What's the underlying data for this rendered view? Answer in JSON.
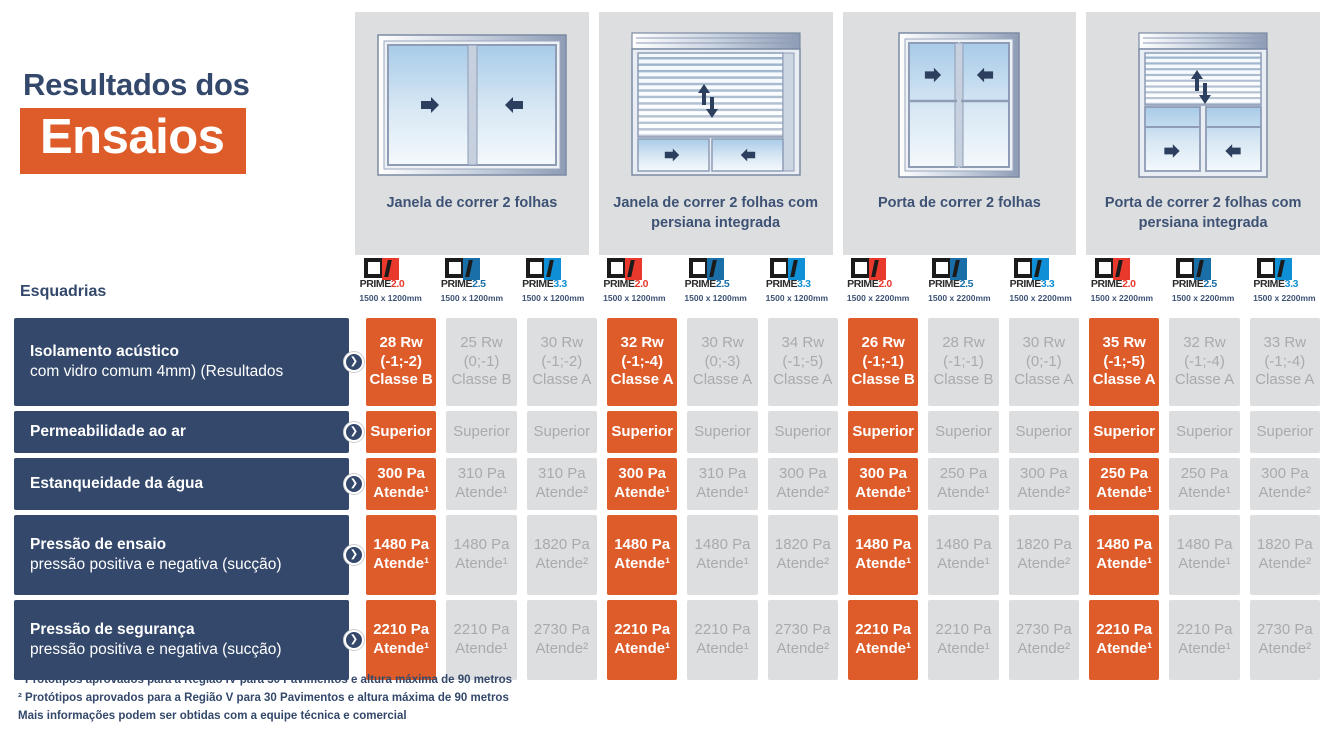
{
  "title": {
    "line1": "Resultados dos",
    "badge": "Ensaios"
  },
  "esquadrias_label": "Esquadrias",
  "colors": {
    "accent": "#de5b2a",
    "navy": "#33486b",
    "gray": "#dddedf",
    "dim_text": "#a8abae"
  },
  "products": [
    {
      "name": "Janela de correr 2 folhas",
      "icon": "sliding-window-2-leaf-icon"
    },
    {
      "name": "Janela de correr 2 folhas com persiana integrada",
      "icon": "sliding-window-2-leaf-blind-icon"
    },
    {
      "name": "Porta de correr 2 folhas",
      "icon": "sliding-door-2-leaf-icon"
    },
    {
      "name": "Porta de correr 2 folhas com persiana integrada",
      "icon": "sliding-door-2-leaf-blind-icon"
    }
  ],
  "logos": [
    {
      "name": "PRIME",
      "suffix": "2.0",
      "suffix_color": "#e8392c",
      "dim": "1500 x 1200mm"
    },
    {
      "name": "PRIME",
      "suffix": "2.5",
      "suffix_color": "#1b6fa8",
      "dim": "1500 x 1200mm"
    },
    {
      "name": "PRIME",
      "suffix": "3.3",
      "suffix_color": "#0f8fd6",
      "dim": "1500 x 1200mm"
    },
    {
      "name": "PRIME",
      "suffix": "2.0",
      "suffix_color": "#e8392c",
      "dim": "1500 x 1200mm"
    },
    {
      "name": "PRIME",
      "suffix": "2.5",
      "suffix_color": "#1b6fa8",
      "dim": "1500 x 1200mm"
    },
    {
      "name": "PRIME",
      "suffix": "3.3",
      "suffix_color": "#0f8fd6",
      "dim": "1500 x 1200mm"
    },
    {
      "name": "PRIME",
      "suffix": "2.0",
      "suffix_color": "#e8392c",
      "dim": "1500 x 2200mm"
    },
    {
      "name": "PRIME",
      "suffix": "2.5",
      "suffix_color": "#1b6fa8",
      "dim": "1500 x 2200mm"
    },
    {
      "name": "PRIME",
      "suffix": "3.3",
      "suffix_color": "#0f8fd6",
      "dim": "1500 x 2200mm"
    },
    {
      "name": "PRIME",
      "suffix": "2.0",
      "suffix_color": "#e8392c",
      "dim": "1500 x 2200mm"
    },
    {
      "name": "PRIME",
      "suffix": "2.5",
      "suffix_color": "#1b6fa8",
      "dim": "1500 x 2200mm"
    },
    {
      "name": "PRIME",
      "suffix": "3.3",
      "suffix_color": "#0f8fd6",
      "dim": "1500 x 2200mm"
    }
  ],
  "rows": [
    {
      "key": "acoustic",
      "label_main": "Isolamento acústico",
      "label_light": " (Resultados",
      "label_sub": "com vidro comum 4mm)",
      "chevron": "chevron-right-icon",
      "cells": [
        {
          "hl": true,
          "l1": "28 Rw",
          "l2": "(-1;-2)",
          "l3": "Classe B"
        },
        {
          "hl": false,
          "l1": "25 Rw",
          "l2": "(0;-1)",
          "l3": "Classe B"
        },
        {
          "hl": false,
          "l1": "30 Rw",
          "l2": "(-1;-2)",
          "l3": "Classe A"
        },
        {
          "hl": true,
          "l1": "32 Rw",
          "l2": "(-1;-4)",
          "l3": "Classe A"
        },
        {
          "hl": false,
          "l1": "30 Rw",
          "l2": "(0;-3)",
          "l3": "Classe A"
        },
        {
          "hl": false,
          "l1": "34 Rw",
          "l2": "(-1;-5)",
          "l3": "Classe A"
        },
        {
          "hl": true,
          "l1": "26 Rw",
          "l2": "(-1;-1)",
          "l3": "Classe B"
        },
        {
          "hl": false,
          "l1": "28 Rw",
          "l2": "(-1;-1)",
          "l3": "Classe B"
        },
        {
          "hl": false,
          "l1": "30 Rw",
          "l2": "(0;-1)",
          "l3": "Classe A"
        },
        {
          "hl": true,
          "l1": "35 Rw",
          "l2": "(-1;-5)",
          "l3": "Classe A"
        },
        {
          "hl": false,
          "l1": "32 Rw",
          "l2": "(-1;-4)",
          "l3": "Classe A"
        },
        {
          "hl": false,
          "l1": "33 Rw",
          "l2": "(-1;-4)",
          "l3": "Classe A"
        }
      ]
    },
    {
      "key": "perm",
      "label_main": "Permeabilidade ao ar",
      "label_light": "",
      "label_sub": "",
      "chevron": "chevron-right-icon",
      "cells": [
        {
          "hl": true,
          "l1": "Superior",
          "l2": "",
          "l3": ""
        },
        {
          "hl": false,
          "l1": "Superior",
          "l2": "",
          "l3": ""
        },
        {
          "hl": false,
          "l1": "Superior",
          "l2": "",
          "l3": ""
        },
        {
          "hl": true,
          "l1": "Superior",
          "l2": "",
          "l3": ""
        },
        {
          "hl": false,
          "l1": "Superior",
          "l2": "",
          "l3": ""
        },
        {
          "hl": false,
          "l1": "Superior",
          "l2": "",
          "l3": ""
        },
        {
          "hl": true,
          "l1": "Superior",
          "l2": "",
          "l3": ""
        },
        {
          "hl": false,
          "l1": "Superior",
          "l2": "",
          "l3": ""
        },
        {
          "hl": false,
          "l1": "Superior",
          "l2": "",
          "l3": ""
        },
        {
          "hl": true,
          "l1": "Superior",
          "l2": "",
          "l3": ""
        },
        {
          "hl": false,
          "l1": "Superior",
          "l2": "",
          "l3": ""
        },
        {
          "hl": false,
          "l1": "Superior",
          "l2": "",
          "l3": ""
        }
      ]
    },
    {
      "key": "water",
      "label_main": "Estanqueidade da água",
      "label_light": "",
      "label_sub": "",
      "chevron": "chevron-right-icon",
      "cells": [
        {
          "hl": true,
          "l1": "300 Pa",
          "l2": "Atende¹",
          "l3": ""
        },
        {
          "hl": false,
          "l1": "310 Pa",
          "l2": "Atende¹",
          "l3": ""
        },
        {
          "hl": false,
          "l1": "310 Pa",
          "l2": "Atende²",
          "l3": ""
        },
        {
          "hl": true,
          "l1": "300 Pa",
          "l2": "Atende¹",
          "l3": ""
        },
        {
          "hl": false,
          "l1": "310 Pa",
          "l2": "Atende¹",
          "l3": ""
        },
        {
          "hl": false,
          "l1": "300 Pa",
          "l2": "Atende²",
          "l3": ""
        },
        {
          "hl": true,
          "l1": "300 Pa",
          "l2": "Atende¹",
          "l3": ""
        },
        {
          "hl": false,
          "l1": "250 Pa",
          "l2": "Atende¹",
          "l3": ""
        },
        {
          "hl": false,
          "l1": "300 Pa",
          "l2": "Atende²",
          "l3": ""
        },
        {
          "hl": true,
          "l1": "250 Pa",
          "l2": "Atende¹",
          "l3": ""
        },
        {
          "hl": false,
          "l1": "250 Pa",
          "l2": "Atende¹",
          "l3": ""
        },
        {
          "hl": false,
          "l1": "300 Pa",
          "l2": "Atende²",
          "l3": ""
        }
      ]
    },
    {
      "key": "test",
      "label_main": "Pressão de ensaio",
      "label_sub": "pressão positiva e negativa",
      "label_light": " (sucção)",
      "chevron": "chevron-right-icon",
      "cells": [
        {
          "hl": true,
          "l1": "1480 Pa",
          "l2": "Atende¹",
          "l3": ""
        },
        {
          "hl": false,
          "l1": "1480 Pa",
          "l2": "Atende¹",
          "l3": ""
        },
        {
          "hl": false,
          "l1": "1820 Pa",
          "l2": "Atende²",
          "l3": ""
        },
        {
          "hl": true,
          "l1": "1480 Pa",
          "l2": "Atende¹",
          "l3": ""
        },
        {
          "hl": false,
          "l1": "1480 Pa",
          "l2": "Atende¹",
          "l3": ""
        },
        {
          "hl": false,
          "l1": "1820 Pa",
          "l2": "Atende²",
          "l3": ""
        },
        {
          "hl": true,
          "l1": "1480 Pa",
          "l2": "Atende¹",
          "l3": ""
        },
        {
          "hl": false,
          "l1": "1480 Pa",
          "l2": "Atende¹",
          "l3": ""
        },
        {
          "hl": false,
          "l1": "1820 Pa",
          "l2": "Atende²",
          "l3": ""
        },
        {
          "hl": true,
          "l1": "1480 Pa",
          "l2": "Atende¹",
          "l3": ""
        },
        {
          "hl": false,
          "l1": "1480 Pa",
          "l2": "Atende¹",
          "l3": ""
        },
        {
          "hl": false,
          "l1": "1820 Pa",
          "l2": "Atende²",
          "l3": ""
        }
      ]
    },
    {
      "key": "safe",
      "label_main": "Pressão de segurança",
      "label_sub": "pressão positiva e negativa",
      "label_light": " (sucção)",
      "chevron": "chevron-right-icon",
      "cells": [
        {
          "hl": true,
          "l1": "2210 Pa",
          "l2": "Atende¹",
          "l3": ""
        },
        {
          "hl": false,
          "l1": "2210 Pa",
          "l2": "Atende¹",
          "l3": ""
        },
        {
          "hl": false,
          "l1": "2730 Pa",
          "l2": "Atende²",
          "l3": ""
        },
        {
          "hl": true,
          "l1": "2210 Pa",
          "l2": "Atende¹",
          "l3": ""
        },
        {
          "hl": false,
          "l1": "2210 Pa",
          "l2": "Atende¹",
          "l3": ""
        },
        {
          "hl": false,
          "l1": "2730 Pa",
          "l2": "Atende²",
          "l3": ""
        },
        {
          "hl": true,
          "l1": "2210 Pa",
          "l2": "Atende¹",
          "l3": ""
        },
        {
          "hl": false,
          "l1": "2210 Pa",
          "l2": "Atende¹",
          "l3": ""
        },
        {
          "hl": false,
          "l1": "2730 Pa",
          "l2": "Atende²",
          "l3": ""
        },
        {
          "hl": true,
          "l1": "2210 Pa",
          "l2": "Atende¹",
          "l3": ""
        },
        {
          "hl": false,
          "l1": "2210 Pa",
          "l2": "Atende¹",
          "l3": ""
        },
        {
          "hl": false,
          "l1": "2730 Pa",
          "l2": "Atende²",
          "l3": ""
        }
      ]
    }
  ],
  "footnotes": [
    "¹ Protótipos aprovados para a Região IV para 30 Pavimentos e altura máxima de 90 metros",
    "² Protótipos aprovados para a Região V para 30 Pavimentos e altura máxima de 90 metros",
    "Mais informações podem ser obtidas com a equipe técnica e comercial"
  ]
}
